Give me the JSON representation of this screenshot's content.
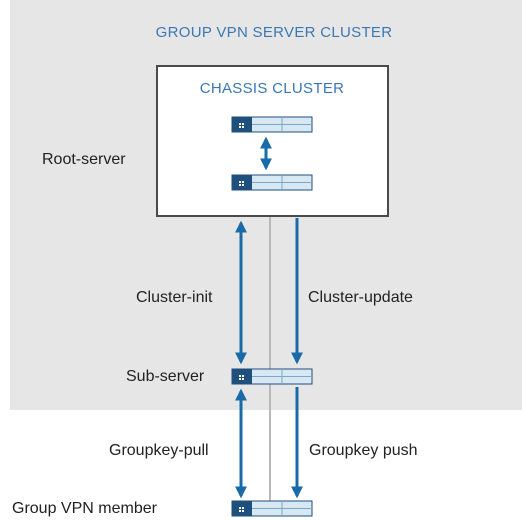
{
  "diagram": {
    "outer_title": "GROUP VPN SERVER CLUSTER",
    "chassis_title": "CHASSIS CLUSTER",
    "labels": {
      "root_server": "Root-server",
      "cluster_init": "Cluster-init",
      "cluster_update": "Cluster-update",
      "sub_server": "Sub-server",
      "groupkey_pull": "Groupkey-pull",
      "groupkey_push": "Groupkey push",
      "group_vpn_member": "Group VPN member"
    },
    "colors": {
      "cluster_bg": "#e6e6e6",
      "arrow": "#1a6aa8",
      "device_port": "#1e4f7d",
      "device_body": "#d7e8f3",
      "title": "#3a78b5",
      "link_line": "#b8b8b8"
    }
  }
}
